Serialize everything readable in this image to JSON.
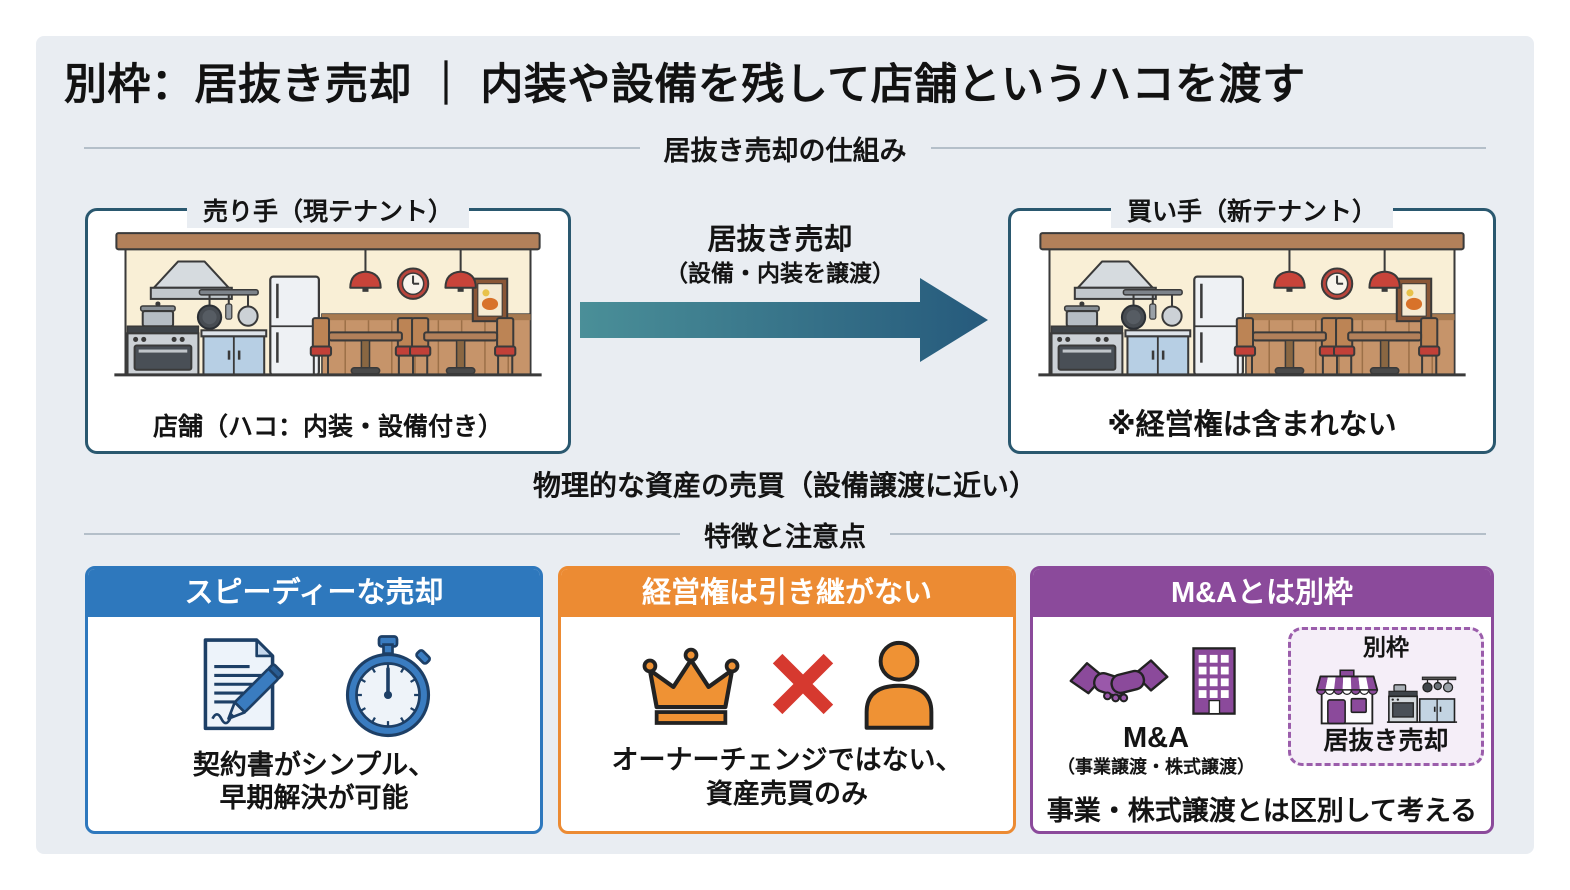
{
  "page": {
    "title": "別枠：居抜き売却 ｜ 内装や設備を残して店舗というハコを渡す"
  },
  "mechanism": {
    "heading": "居抜き売却の仕組み",
    "seller_box": {
      "title": "売り手（現テナント）",
      "caption": "店舗（ハコ：内装・設備付き）"
    },
    "buyer_box": {
      "title": "買い手（新テナント）",
      "caption": "※経営権は含まれない"
    },
    "arrow": {
      "label": "居抜き売却",
      "sublabel": "（設備・内装を譲渡）"
    },
    "footnote": "物理的な資産の売買（設備譲渡に近い）"
  },
  "features": {
    "heading": "特徴と注意点",
    "cards": [
      {
        "header": "スピーディーな売却",
        "line1": "契約書がシンプル、",
        "line2": "早期解決が可能",
        "accent": "#2e78bd",
        "icons": [
          "contract-document-icon",
          "stopwatch-icon"
        ]
      },
      {
        "header": "経営権は引き継がない",
        "line1": "オーナーチェンジではない、",
        "line2": "資産売買のみ",
        "accent": "#ec8b33",
        "icons": [
          "crown-icon",
          "cross-icon",
          "person-icon"
        ]
      },
      {
        "header": "M&Aとは別枠",
        "ma_label": "M&A",
        "ma_sublabel": "（事業譲渡・株式譲渡）",
        "inuki_tag": "別枠",
        "inuki_label": "居抜き売却",
        "footer": "事業・株式譲渡とは区別して考える",
        "accent": "#8b4a9b",
        "icons": [
          "handshake-icon",
          "building-icon",
          "storefront-icon",
          "kitchen-equipment-icon"
        ]
      }
    ]
  },
  "colors": {
    "panel_bg": "#e9edf2",
    "box_border": "#2a586f",
    "divider_line": "#b4bfc9",
    "arrow_gradient_start": "#4a8f98",
    "arrow_gradient_end": "#265a7c",
    "card_blue": "#2e78bd",
    "card_orange": "#ec8b33",
    "card_purple": "#8b4a9b",
    "cross_red": "#d6392f"
  }
}
